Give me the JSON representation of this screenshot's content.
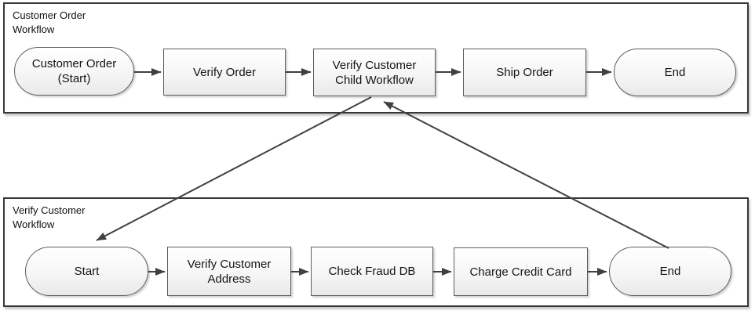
{
  "colors": {
    "background": "#ffffff",
    "lane_border": "#383838",
    "node_border": "#5c5c5c",
    "node_fill_top": "#ffffff",
    "node_fill_bottom": "#e9e9e9",
    "arrow": "#404040",
    "text": "#141414"
  },
  "lanes": [
    {
      "id": "customer-order-workflow",
      "label": "Customer Order Workflow"
    },
    {
      "id": "verify-customer-workflow",
      "label": "Verify Customer Workflow"
    }
  ],
  "nodes": {
    "customer_order_start": {
      "label": "Customer Order (Start)",
      "shape": "terminator",
      "lane": "customer-order-workflow"
    },
    "verify_order": {
      "label": "Verify Order",
      "shape": "process",
      "lane": "customer-order-workflow"
    },
    "verify_customer_child_workflow": {
      "label": "Verify Customer Child Workflow",
      "shape": "process",
      "lane": "customer-order-workflow"
    },
    "ship_order": {
      "label": "Ship Order",
      "shape": "process",
      "lane": "customer-order-workflow"
    },
    "end_top": {
      "label": "End",
      "shape": "terminator",
      "lane": "customer-order-workflow"
    },
    "start_bottom": {
      "label": "Start",
      "shape": "terminator",
      "lane": "verify-customer-workflow"
    },
    "verify_customer_address": {
      "label": "Verify Customer Address",
      "shape": "process",
      "lane": "verify-customer-workflow"
    },
    "check_fraud_db": {
      "label": "Check Fraud DB",
      "shape": "process",
      "lane": "verify-customer-workflow"
    },
    "charge_credit_card": {
      "label": "Charge Credit Card",
      "shape": "process",
      "lane": "verify-customer-workflow"
    },
    "end_bottom": {
      "label": "End",
      "shape": "terminator",
      "lane": "verify-customer-workflow"
    }
  },
  "edges": [
    {
      "from": "customer_order_start",
      "to": "verify_order"
    },
    {
      "from": "verify_order",
      "to": "verify_customer_child_workflow"
    },
    {
      "from": "verify_customer_child_workflow",
      "to": "ship_order"
    },
    {
      "from": "ship_order",
      "to": "end_top"
    },
    {
      "from": "verify_customer_child_workflow",
      "to": "start_bottom"
    },
    {
      "from": "start_bottom",
      "to": "verify_customer_address"
    },
    {
      "from": "verify_customer_address",
      "to": "check_fraud_db"
    },
    {
      "from": "check_fraud_db",
      "to": "charge_credit_card"
    },
    {
      "from": "charge_credit_card",
      "to": "end_bottom"
    },
    {
      "from": "end_bottom",
      "to": "verify_customer_child_workflow"
    }
  ]
}
